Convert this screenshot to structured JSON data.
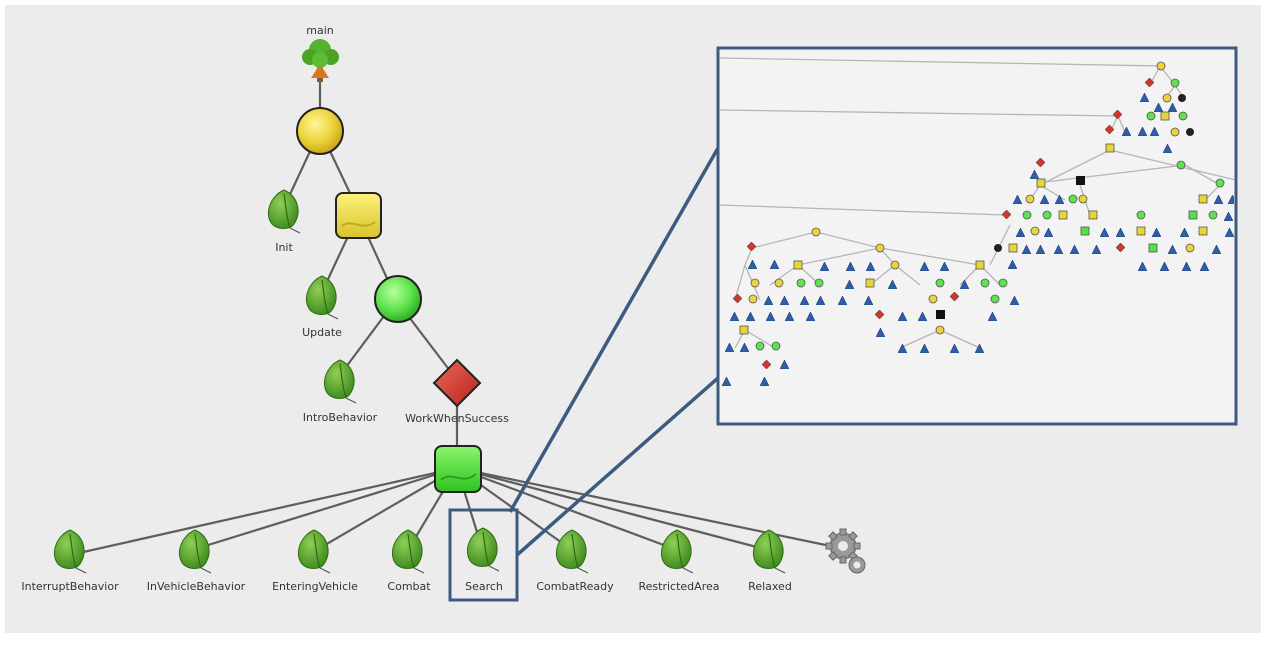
{
  "tree": {
    "root_label": "main",
    "leaves": {
      "init": "Init",
      "update": "Update",
      "intro": "IntroBehavior"
    },
    "decorator_label": "WorkWhenSuccess",
    "children": [
      {
        "id": "interrupt",
        "label": "InterruptBehavior"
      },
      {
        "id": "invehicle",
        "label": "InVehicleBehavior"
      },
      {
        "id": "entering",
        "label": "EnteringVehicle"
      },
      {
        "id": "combat",
        "label": "Combat"
      },
      {
        "id": "search",
        "label": "Search"
      },
      {
        "id": "combatready",
        "label": "CombatReady"
      },
      {
        "id": "restricted",
        "label": "RestrictedArea"
      },
      {
        "id": "relaxed",
        "label": "Relaxed"
      }
    ],
    "highlighted_child": "Search",
    "trailing_icon": "gear-icon"
  },
  "zoom_panel": {
    "description_icon": "subtree-zoom"
  },
  "colors": {
    "selector_yellow": "#e8cf2c",
    "sequence_yellow": "#e6d63a",
    "parallel_green": "#55e04a",
    "decorator_red": "#d8342b",
    "leaf_green": "#4e9e2a",
    "highlight_border": "#3d5a80",
    "edge": "#666666"
  }
}
